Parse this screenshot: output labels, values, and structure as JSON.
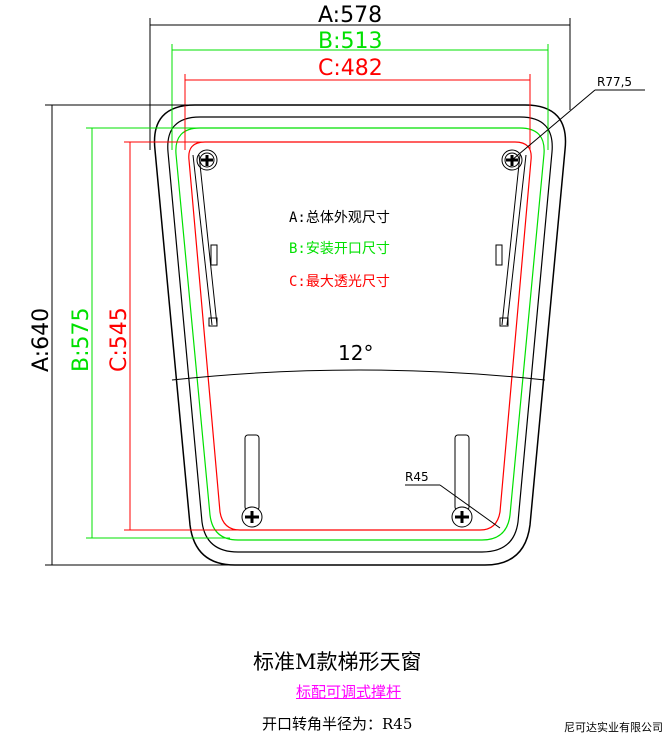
{
  "dimensions": {
    "width_a": "A:578",
    "width_b": "B:513",
    "width_c": "C:482",
    "height_a": "A:640",
    "height_b": "B:575",
    "height_c": "C:545",
    "corner_radius_outer": "R77,5",
    "corner_radius_opening": "R45",
    "angle": "12°"
  },
  "legend": {
    "a": "A:总体外观尺寸",
    "b": "B:安装开口尺寸",
    "c": "C:最大透光尺寸"
  },
  "colors": {
    "a": "#000000",
    "b": "#00e000",
    "c": "#ff0000",
    "subtitle": "#ff00ff"
  },
  "footer": {
    "title": "标准M款梯形天窗",
    "subtitle": "标配可调式撑杆",
    "note": "开口转角半径为：R45",
    "company": "尼可达实业有限公司"
  }
}
